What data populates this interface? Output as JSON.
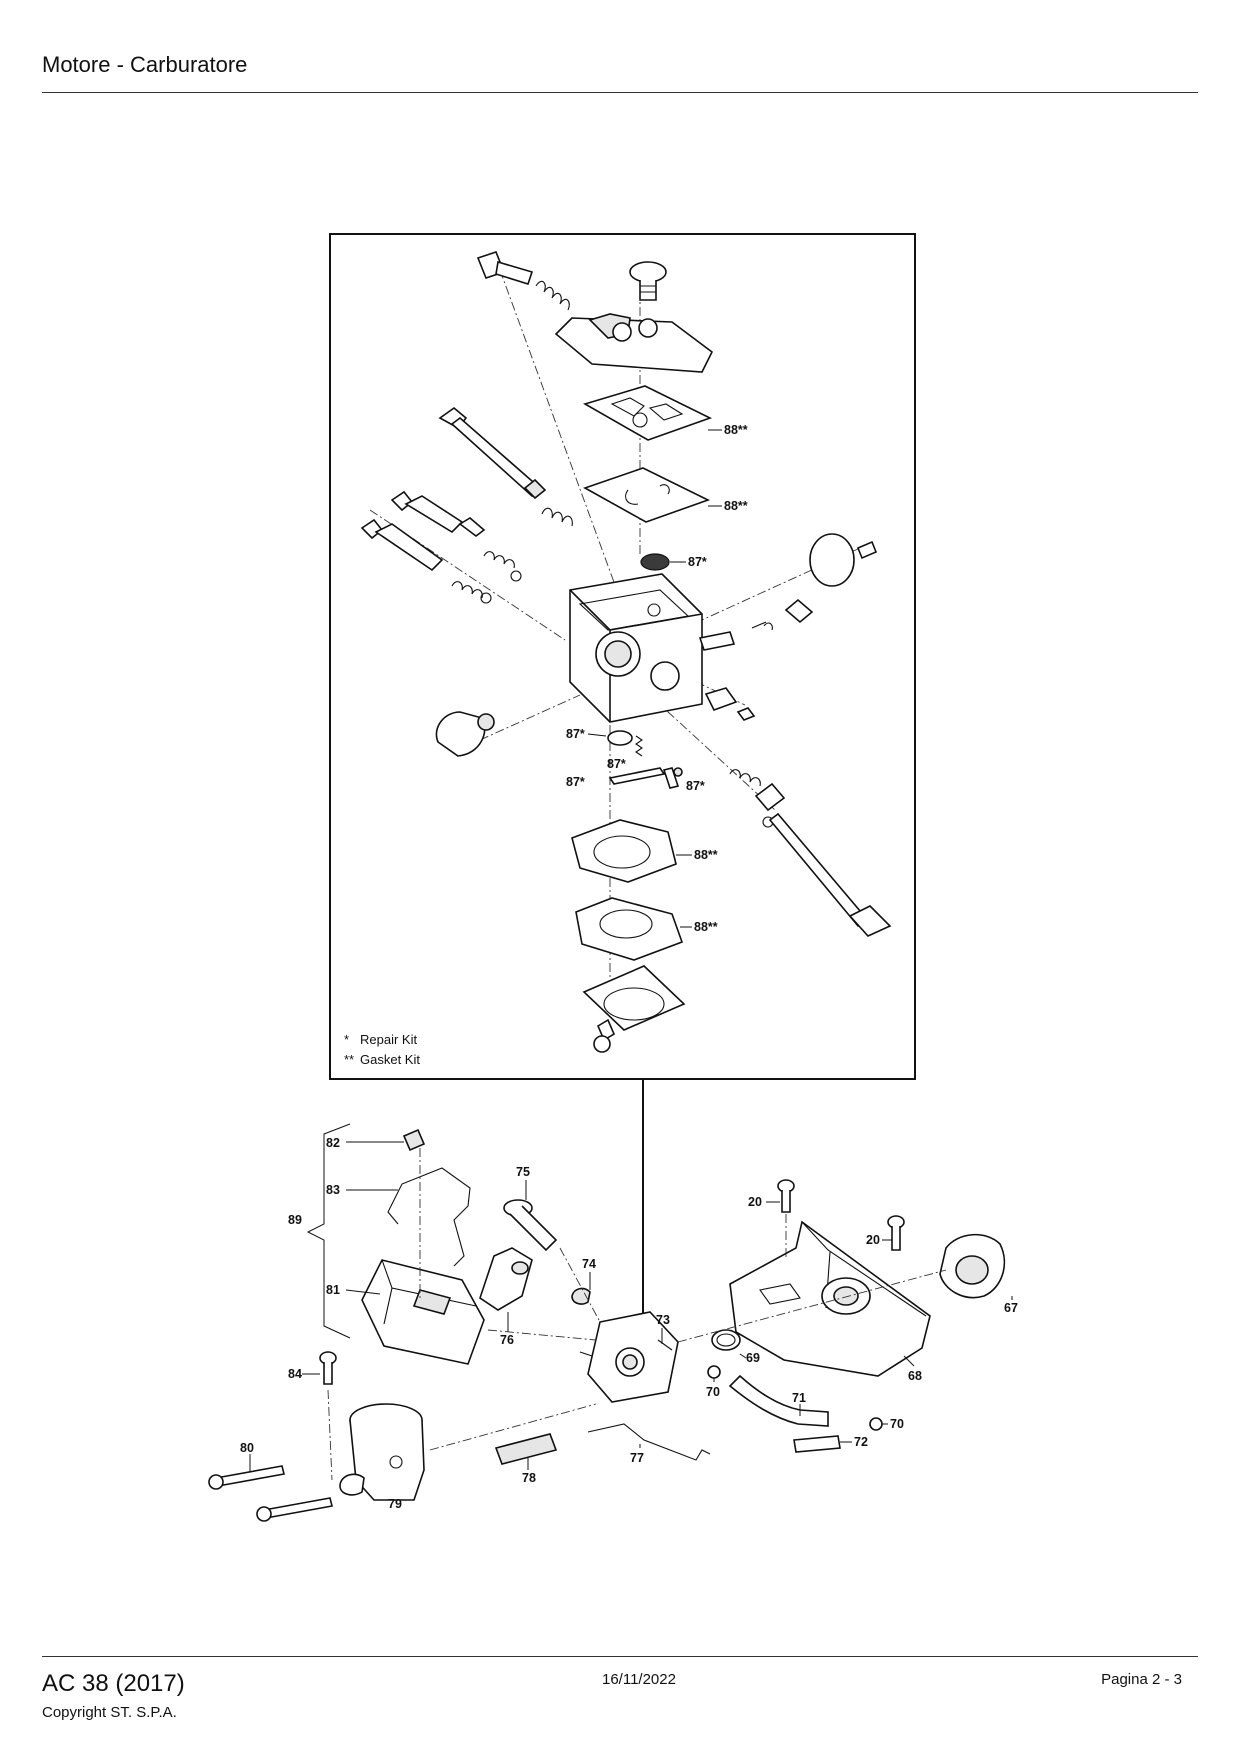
{
  "header": {
    "title": "Motore - Carburatore"
  },
  "legend": {
    "repair_symbol": "*",
    "repair_label": "Repair Kit",
    "gasket_symbol": "**",
    "gasket_label": "Gasket Kit"
  },
  "callouts": {
    "c88a": "88**",
    "c88b": "88**",
    "c87a": "87*",
    "c87b": "87*",
    "c87c": "87*",
    "c87d": "87*",
    "c87e": "87*",
    "c88c": "88**",
    "c88d": "88**",
    "c82": "82",
    "c83": "83",
    "c89": "89",
    "c81": "81",
    "c84": "84",
    "c80": "80",
    "c79": "79",
    "c75": "75",
    "c74": "74",
    "c76": "76",
    "c73": "73",
    "c78": "78",
    "c77": "77",
    "c20a": "20",
    "c20b": "20",
    "c67": "67",
    "c69": "69",
    "c70a": "70",
    "c71": "71",
    "c70b": "70",
    "c72": "72",
    "c68": "68"
  },
  "footer": {
    "model": "AC 38 (2017)",
    "copyright": "Copyright ST. S.P.A.",
    "date": "16/11/2022",
    "page": "Pagina 2 - 3"
  }
}
